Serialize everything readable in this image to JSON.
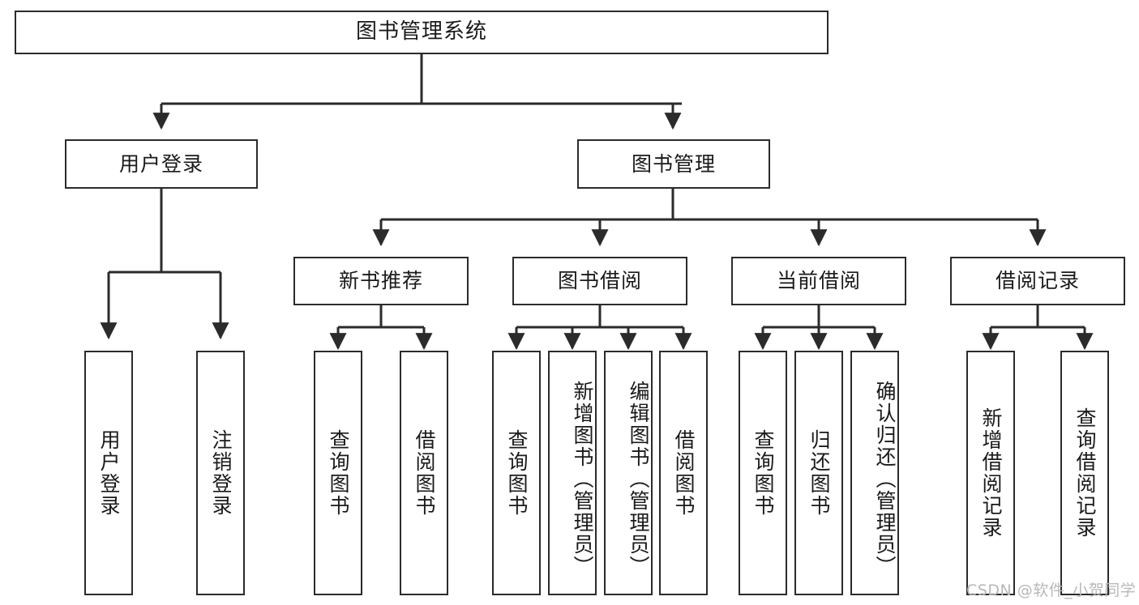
{
  "diagram": {
    "title": "图书管理系统",
    "type": "hierarchy-tree",
    "root": {
      "label": "图书管理系统"
    },
    "level1": [
      {
        "key": "user-login",
        "label": "用户登录"
      },
      {
        "key": "book-manage",
        "label": "图书管理"
      }
    ],
    "level2": [
      {
        "key": "new-book-recommend",
        "label": "新书推荐",
        "parent": "book-manage"
      },
      {
        "key": "book-borrow",
        "label": "图书借阅",
        "parent": "book-manage"
      },
      {
        "key": "current-borrow",
        "label": "当前借阅",
        "parent": "book-manage"
      },
      {
        "key": "borrow-record",
        "label": "借阅记录",
        "parent": "book-manage"
      }
    ],
    "leaves": {
      "user_login": [
        {
          "key": "leaf-user-login",
          "label": "用户登录"
        },
        {
          "key": "leaf-logout",
          "label": "注销登录"
        }
      ],
      "new_book_recommend": [
        {
          "key": "leaf-query-book-1",
          "label": "查询图书"
        },
        {
          "key": "leaf-borrow-book-1",
          "label": "借阅图书"
        }
      ],
      "book_borrow": [
        {
          "key": "leaf-query-book-2",
          "label": "查询图书"
        },
        {
          "key": "leaf-add-book",
          "label": "新增图书（管理员）"
        },
        {
          "key": "leaf-edit-book",
          "label": "编辑图书（管理员）"
        },
        {
          "key": "leaf-borrow-book-2",
          "label": "借阅图书"
        }
      ],
      "current_borrow": [
        {
          "key": "leaf-query-book-3",
          "label": "查询图书"
        },
        {
          "key": "leaf-return-book",
          "label": "归还图书"
        },
        {
          "key": "leaf-confirm-return",
          "label": "确认归还（管理员）"
        }
      ],
      "borrow_record": [
        {
          "key": "leaf-add-record",
          "label": "新增借阅记录"
        },
        {
          "key": "leaf-query-record",
          "label": "查询借阅记录"
        }
      ]
    }
  },
  "watermark": {
    "text": "CSDN @软件_小贺同学"
  },
  "colors": {
    "stroke": "#2b2b2b",
    "background": "#ffffff",
    "text": "#1a1a1a",
    "watermark": "#b8b8b8"
  }
}
